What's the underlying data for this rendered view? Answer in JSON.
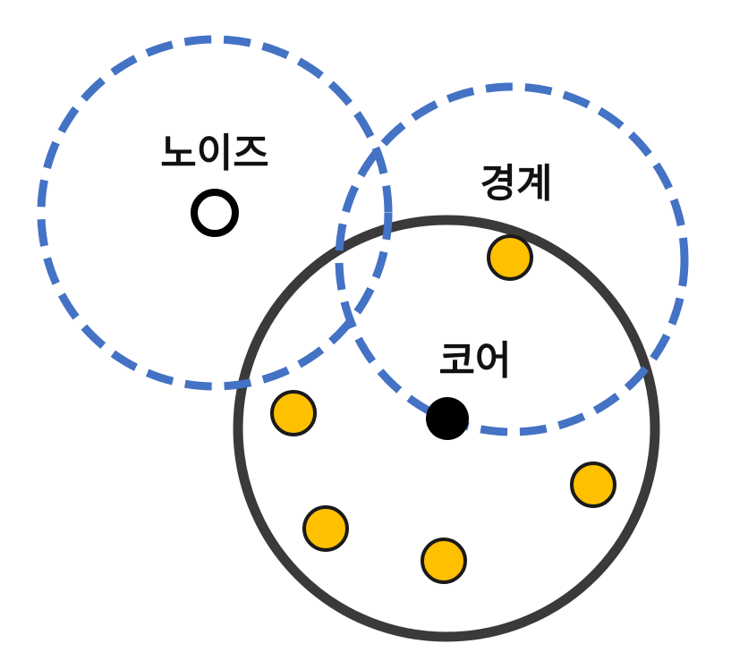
{
  "labels": {
    "noise": "노이즈",
    "border": "경계",
    "core": "코어"
  },
  "colors": {
    "dashed_circle": "#4472C4",
    "core_circle": "#3A3A3A",
    "point_fill": "#FFC000",
    "point_stroke": "#1A1A1A",
    "core_point": "#000000",
    "noise_point_stroke": "#000000",
    "noise_point_fill": "#FFFFFF"
  }
}
